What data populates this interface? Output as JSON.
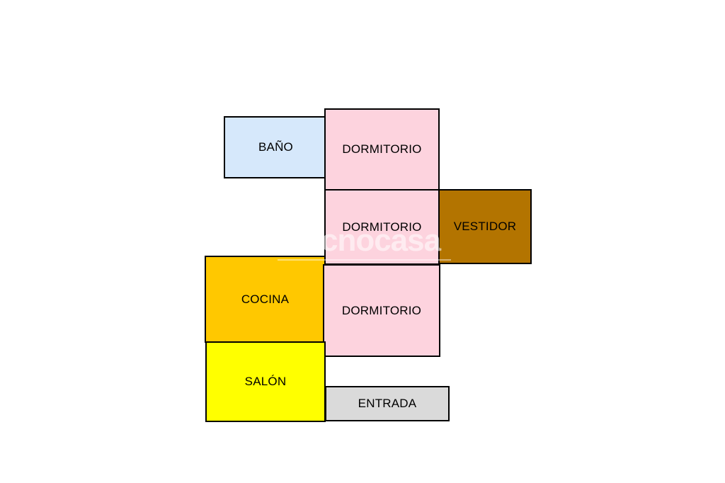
{
  "plan": {
    "rooms": {
      "bano": {
        "label": "BAÑO",
        "color": "#d6e8fb"
      },
      "dorm1": {
        "label": "DORMITORIO",
        "color": "#fdd3de"
      },
      "dorm2": {
        "label": "DORMITORIO",
        "color": "#fdd3de"
      },
      "vestidor": {
        "label": "VESTIDOR",
        "color": "#b37400"
      },
      "cocina": {
        "label": "COCINA",
        "color": "#ffc800"
      },
      "dorm3": {
        "label": "DORMITORIO",
        "color": "#fdd3de"
      },
      "salon": {
        "label": "SALÓN",
        "color": "#ffff00"
      },
      "entrada": {
        "label": "ENTRADA",
        "color": "#dadada"
      }
    }
  }
}
